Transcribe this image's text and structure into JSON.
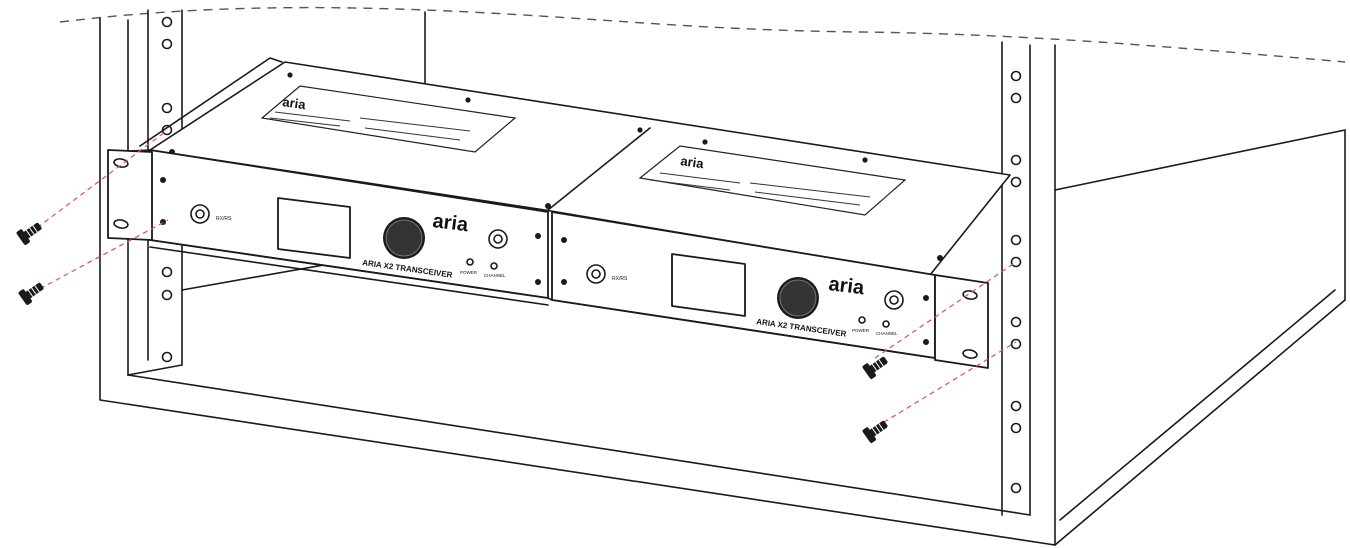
{
  "units": [
    {
      "brand": "aria",
      "model": "ARIA X2 TRANSCEIVER",
      "led_left": "POWER",
      "led_right": "CHANNEL"
    },
    {
      "brand": "aria",
      "model": "ARIA X2 TRANSCEIVER",
      "led_left": "POWER",
      "led_right": "CHANNEL"
    }
  ],
  "colors": {
    "line": "#1a1a1a",
    "guide": "#d9534f"
  },
  "icons": [
    "screw-icon",
    "knob-icon",
    "connector-icon",
    "led-icon"
  ]
}
